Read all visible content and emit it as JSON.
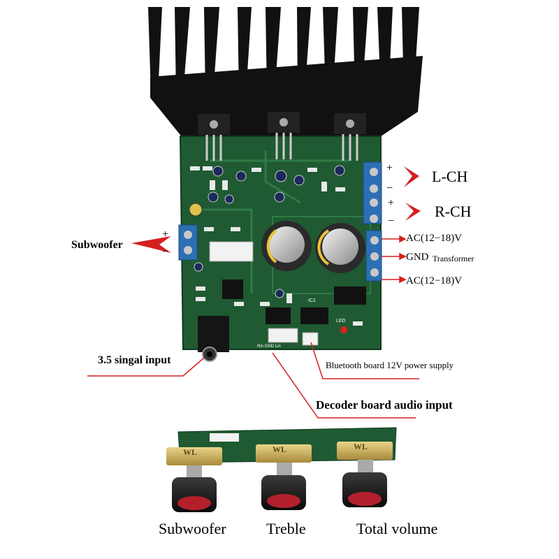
{
  "main_board": {
    "left_channel_label": "L-CH",
    "right_channel_label": "R-CH",
    "plus_sign": "+",
    "minus_sign": "−",
    "ac_top_label": "AC(12−18)V",
    "gnd_label": "GND",
    "transformer_label": "Transformer",
    "ac_bottom_label": "AC(12−18)V",
    "subwoofer_output_label": "Subwoofer",
    "signal_input_label": "3.5 singal input",
    "bluetooth_power_label": "Bluetooth board 12V power supply",
    "decoder_input_label": "Decoder board audio input",
    "ic_label": "IC1",
    "led_label": "LED",
    "input_header_text": "Rin GND Lin"
  },
  "potentiometer_board": {
    "knob_labels": [
      "Subwoofer",
      "Treble",
      "Total volume"
    ],
    "pot_marking": "WL"
  },
  "colors": {
    "pcb_green": "#1f5a32",
    "heatsink": "#111111",
    "terminal_blue": "#2d6fb5",
    "arrow_red": "#d42020",
    "knob_red": "#b3202c"
  }
}
